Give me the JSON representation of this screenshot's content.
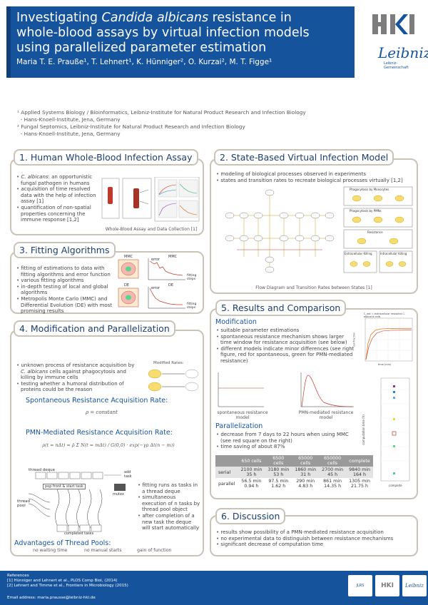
{
  "header": {
    "title_1": "Investigating ",
    "title_italic": "Candida albicans",
    "title_2": " resistance in",
    "title_line2": "whole-blood assays by virtual infection models",
    "title_line3": "using parallelized parameter estimation",
    "authors": "Maria T. E. Prauße¹, T. Lehnert¹, K. Hünniger², O. Kurzai², M. T. Figge¹",
    "logo_hki": "HKI",
    "logo_leibniz": "Leibniz",
    "logo_leibniz_sub": "Leibniz-Gemeinschaft"
  },
  "affiliations": [
    "¹ Applied Systems Biology / Bioinformatics, Leibniz-Institute for Natural Product Research and Infection Biology",
    "  - Hans-Knoell-Institute, Jena, Germany",
    "² Fungal Septomics, Leibniz-Institute for Natural Product Research and Infection Biology",
    "  - Hans-Knoell-Institute, Jena, Germany"
  ],
  "s1": {
    "title": "1. Human Whole-Blood Infection Assay",
    "bullet1_it": "C. albicans",
    "bullet1": ": an opportunistic fungal pathogen in humans",
    "bullet2": "acquisition of time resolved data with the help of infection assay [1]",
    "bullet3": "quantification of non-spatial properties concerning the immune response [1,2]",
    "caption": "Whole-Blood Assay and Data Collection [1]"
  },
  "s2": {
    "title": "2. State-Based Virtual Infection Model",
    "bullet1": "modeling of biological processes observed in experiments",
    "bullet2": "states  and  transition rates to recreate biological processes virtually [1,2]",
    "caption": "Flow Diagram and Transition Rates between States [1]",
    "box1": "Phagocytosis by Monocytes",
    "box2": "Phagocytosis by PMNs",
    "box3": "Resistance",
    "box4": "Extracellular Killing",
    "box5": "Intracellular Killing"
  },
  "s3": {
    "title": "3. Fitting Algorithms",
    "bullets": [
      "fitting of estimations to data with fitting algorithms and error function",
      "various fitting algorithms",
      "in-depth testing of local and global algorithms",
      "Metropolis Monte Carlo (MMC) and Differential Evolution (DE) with most promising results"
    ],
    "lbl_mmc": "MMC",
    "lbl_de": "DE",
    "lbl_error": "error",
    "lbl_steps": "fitting steps"
  },
  "s4": {
    "title": "4. Modification and Parallelization",
    "bullet1_it": "C. albicans",
    "bullet1_pre": "unknown process of resistance acquisition by ",
    "bullet1_post": " cells against phagocytosis and killing by immune cells",
    "bullet2": "testing whether a humoral distribution of proteins could be the reason",
    "modified_rates": "Modified Rates:",
    "spont_head": "Spontaneous Resistance Acquisition Rate:",
    "spont_formula": "ρ = constant",
    "pmn_head": "PMN-Mediated Resistance Acquisition Rate:",
    "pmn_formula": "ρ(t = nΔt) = ρ̄ Σ N(t = mΔt) / G(0,0) · exp(−γρ Δt(n − m))",
    "thread_deque": "thread deque",
    "add_task": "add task",
    "pop_front": "pop front & start task",
    "mutex": "mutex",
    "thread_pool": "thread pool",
    "completed": "completed tasks",
    "tp_bullets": [
      "fitting runs as tasks in a thread deque",
      "simultaneous execution of n tasks by thread pool object",
      "after completion of a new task the deque will start automatically"
    ],
    "adv_head": "Advantages of Thread Pools:",
    "adv1": "no waiting time",
    "adv2": "no manual starts",
    "adv3": "gain of function"
  },
  "s5": {
    "title": "5. Results and Comparison",
    "mod_head": "Modification",
    "mod_bullets": [
      "suitable parameter estimations",
      "spontaneous resistance mechanism shows larger time window for resistance acquisition (see below)",
      "different models indicate minor differences (see right figure, red for spontaneous, green for PMN-mediated resistance)"
    ],
    "plot_title": "C_ext = extracellular resistant C. albicans cells",
    "plot_ylabel": "cell fraction",
    "plot_xlabel": "time (min)",
    "cap_spont": "spontaneous resistance model",
    "cap_pmn": "PMN-mediated resistance model",
    "par_head": "Parallelization",
    "par_bullets": [
      "decrease from 7 days to 22 hours when using MMC (see red square on the right)",
      "time saving of about 87%"
    ],
    "table_headers": [
      "",
      "650 cells",
      "6500 cells",
      "65000 cells",
      "650000 cells",
      "complete"
    ],
    "table_rows": [
      [
        "serial",
        "2100 min\n35 h",
        "3180 min\n53 h",
        "1860 min\n31 h",
        "2700 min\n45 h",
        "9840 min\n164 h"
      ],
      [
        "parallel",
        "56.5 min\n0.94 h",
        "97.5 min\n1.62 h",
        "290 min\n4.83 h",
        "861 min\n14.35 h",
        "1305 min\n21.75 h"
      ]
    ],
    "side_ylabel": "computation time (h)",
    "side_xlabel": "complete"
  },
  "s6": {
    "title": "6. Discussion",
    "bullets": [
      "results show possibility of a PMN-mediated resistance acquisition",
      "no experimental data to distinguish between resistance mechanisms",
      "significant decrease of computation time"
    ]
  },
  "footer": {
    "ref_head": "References",
    "ref1": "[1] Hünniger and Lehnert et al., PLOS Comp Biol, (2014)",
    "ref2": "[2] Lehnert  and Timme et al., Frontiers in Microbiology (2015)",
    "email": "Email address: maria.prausse@leibniz-hki.de",
    "logo1": "JLRS",
    "logo2": "HKI",
    "logo3": "Leibniz"
  },
  "colors": {
    "header": "#15539c",
    "panel_border": "#c9c3b8",
    "title_text": "#1a3f6e",
    "accent_red": "#c0392b"
  }
}
